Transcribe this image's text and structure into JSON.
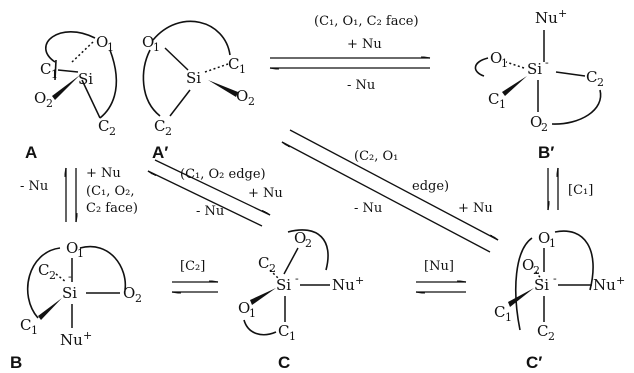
{
  "labels": {
    "A": "A",
    "A_prime": "A′",
    "B": "B",
    "B_prime": "B′",
    "C": "C",
    "C_prime": "C′"
  },
  "atoms": {
    "Si": "Si",
    "O": "O",
    "C": "C",
    "Nu": "Nu",
    "plus": "+",
    "minus": "-",
    "sub1": "1",
    "sub2": "2"
  },
  "conditions": {
    "top_face": "(C₁, O₁, C₂ face)",
    "top_plus": "+ Nu",
    "top_minus": "- Nu",
    "ab_plus": "+ Nu",
    "ab_minus": "- Nu",
    "ab_face_1": "(C₁, O₂,",
    "ab_face_2": "C₂ face)",
    "ac_edge": "(C₁, O₂ edge)",
    "ac_plus": "+ Nu",
    "ac_minus": "- Nu",
    "acp_edge_1": "(C₂, O₁",
    "acp_edge_2": "edge)",
    "acp_minus": "- Nu",
    "acp_plus": "+ Nu",
    "bpcp_bracket": "[C₁]",
    "bc_bracket": "[C₂]",
    "ccp_bracket": "[Nu]"
  }
}
